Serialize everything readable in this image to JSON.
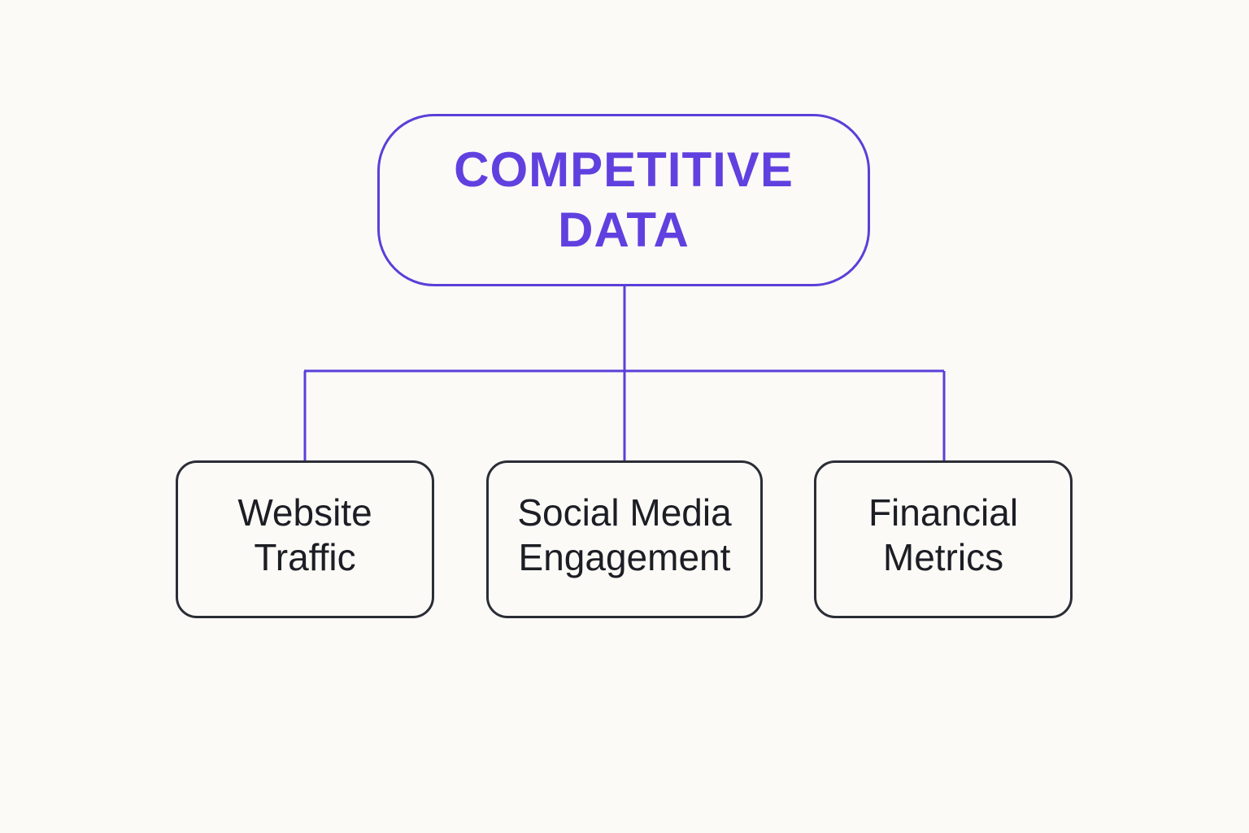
{
  "colors": {
    "background": "#fbfaf7",
    "accent": "#6140e0",
    "connector": "#5b3fd9",
    "child_border": "#2a2d36",
    "child_text": "#1c1e24"
  },
  "diagram": {
    "root": {
      "label": "COMPETITIVE\nDATA"
    },
    "children": [
      {
        "label": "Website\nTraffic"
      },
      {
        "label": "Social Media\nEngagement"
      },
      {
        "label": "Financial\nMetrics"
      }
    ]
  }
}
